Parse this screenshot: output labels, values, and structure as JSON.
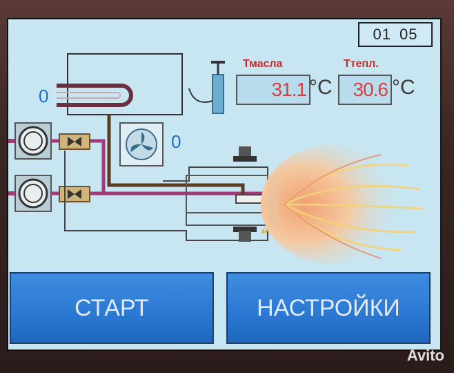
{
  "clock": {
    "hours": "01",
    "minutes": "05"
  },
  "oil_temp": {
    "label": "Тмасла",
    "value": "31.1",
    "unit": "°C"
  },
  "coolant_temp": {
    "label": "Ттепл.",
    "value": "30.6",
    "unit": "°C"
  },
  "heater_state": "0",
  "fan_state": "0",
  "buttons": {
    "start": "СТАРТ",
    "settings": "НАСТРОЙКИ"
  },
  "watermark": "Avito",
  "colors": {
    "screen_bg": "#c7e6f1",
    "button_bg": "#2a78d2",
    "value_red": "#d24040",
    "state_blue": "#1a6fd0",
    "pipe_magenta": "#a43a7a",
    "pipe_brown": "#5a3e24"
  }
}
